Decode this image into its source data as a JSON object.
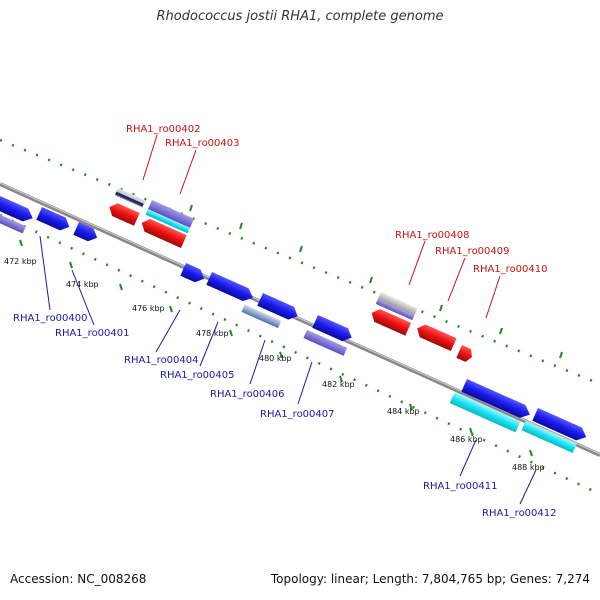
{
  "title": "Rhodococcus jostii RHA1, complete genome",
  "footer": {
    "accession": "Accession: NC_008268",
    "summary": "Topology: linear; Length: 7,804,765 bp; Genes: 7,274"
  },
  "colors": {
    "forward_gene": "#1a1aee",
    "reverse_gene": "#ee1111",
    "forward_label": "#1a1aa8",
    "reverse_label": "#cc1111",
    "tick": "#1f8a1f",
    "backbone": "#777777"
  },
  "scale": {
    "unit": "kbp",
    "ticks": [
      {
        "label": "472 kbp"
      },
      {
        "label": "474 kbp"
      },
      {
        "label": "476 kbp"
      },
      {
        "label": "478 kbp"
      },
      {
        "label": "480 kbp"
      },
      {
        "label": "482 kbp"
      },
      {
        "label": "484 kbp"
      },
      {
        "label": "486 kbp"
      },
      {
        "label": "488 kbp"
      }
    ]
  },
  "genes_forward": [
    {
      "label": "RHA1_ro00400"
    },
    {
      "label": "RHA1_ro00401"
    },
    {
      "label": "RHA1_ro00404"
    },
    {
      "label": "RHA1_ro00405"
    },
    {
      "label": "RHA1_ro00406"
    },
    {
      "label": "RHA1_ro00407"
    },
    {
      "label": "RHA1_ro00411"
    },
    {
      "label": "RHA1_ro00412"
    }
  ],
  "genes_reverse": [
    {
      "label": "RHA1_ro00402"
    },
    {
      "label": "RHA1_ro00403"
    },
    {
      "label": "RHA1_ro00408"
    },
    {
      "label": "RHA1_ro00409"
    },
    {
      "label": "RHA1_ro00410"
    }
  ]
}
